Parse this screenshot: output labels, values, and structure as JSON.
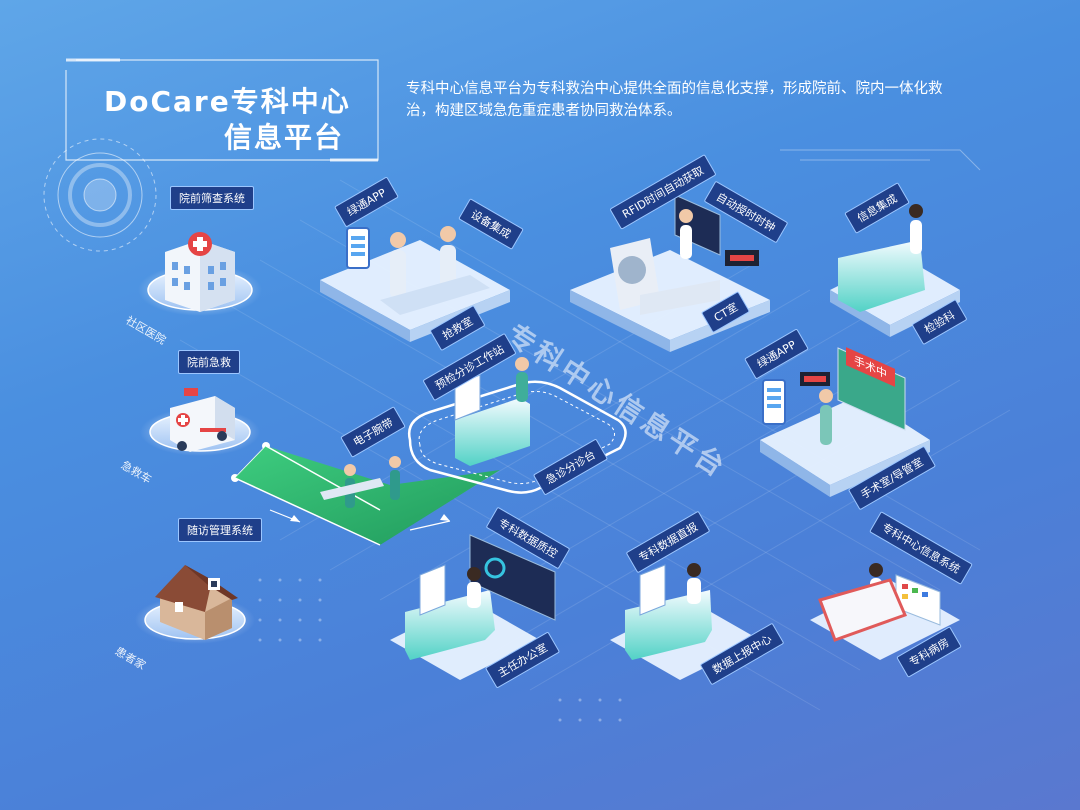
{
  "title": {
    "line1": "DoCare专科中心",
    "line2": "信息平台"
  },
  "intro": "专科中心信息平台为专科救治中心提供全面的信息化支撑，形成院前、院内一体化救治，构建区域急危重症患者协同救治体系。",
  "center_label": "专科中心信息平台",
  "left_nodes": [
    {
      "tag": "院前筛查系统",
      "floor": "社区医院"
    },
    {
      "tag": "院前急救",
      "floor": "急救车"
    },
    {
      "tag": "随访管理系统",
      "floor": "患者家"
    }
  ],
  "stations": {
    "rescue": {
      "tags": [
        "绿通APP",
        "设备集成"
      ],
      "room": "抢救室"
    },
    "ct": {
      "tags": [
        "RFID时间自动获取",
        "自动授时时钟"
      ],
      "room": "CT室"
    },
    "lab": {
      "tags": [
        "信息集成"
      ],
      "room": "检验科"
    },
    "triage": {
      "tags": [
        "预检分诊工作站"
      ],
      "room": "急诊分诊台"
    },
    "wristband": {
      "tags": [
        "电子腕带"
      ]
    },
    "surgery": {
      "tags": [
        "绿通APP"
      ],
      "sign": "手术中",
      "room": "手术室/导管室"
    },
    "director": {
      "tags": [
        "专科数据质控"
      ],
      "room": "主任办公室"
    },
    "report": {
      "tags": [
        "专科数据直报"
      ],
      "room": "数据上报中心"
    },
    "ward": {
      "tags": [
        "专科中心信息系统"
      ],
      "room": "专科病房"
    }
  },
  "colors": {
    "bg_top": "#5fa6e8",
    "bg_bottom": "#5a78cf",
    "tag_bg": "#1f3f8a",
    "path_green": "#2fb36a",
    "desk": "#3fd0c0"
  }
}
